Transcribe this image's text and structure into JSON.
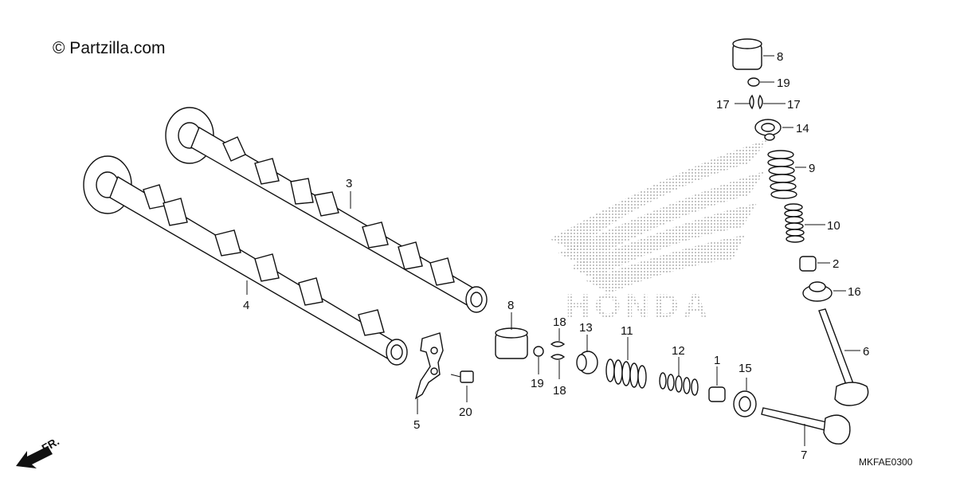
{
  "watermark": "© Partzilla.com",
  "diagram_code": "MKFAE0300",
  "front_marker": "FR.",
  "brand_watermark": "HONDA",
  "callouts": {
    "c1": "1",
    "c2": "2",
    "c3": "3",
    "c4": "4",
    "c5": "5",
    "c6": "6",
    "c7": "7",
    "c8a": "8",
    "c8b": "8",
    "c9": "9",
    "c10": "10",
    "c11": "11",
    "c12": "12",
    "c13": "13",
    "c14": "14",
    "c15": "15",
    "c16": "16",
    "c17a": "17",
    "c17b": "17",
    "c18a": "18",
    "c18b": "18",
    "c19a": "19",
    "c19b": "19",
    "c20": "20"
  }
}
